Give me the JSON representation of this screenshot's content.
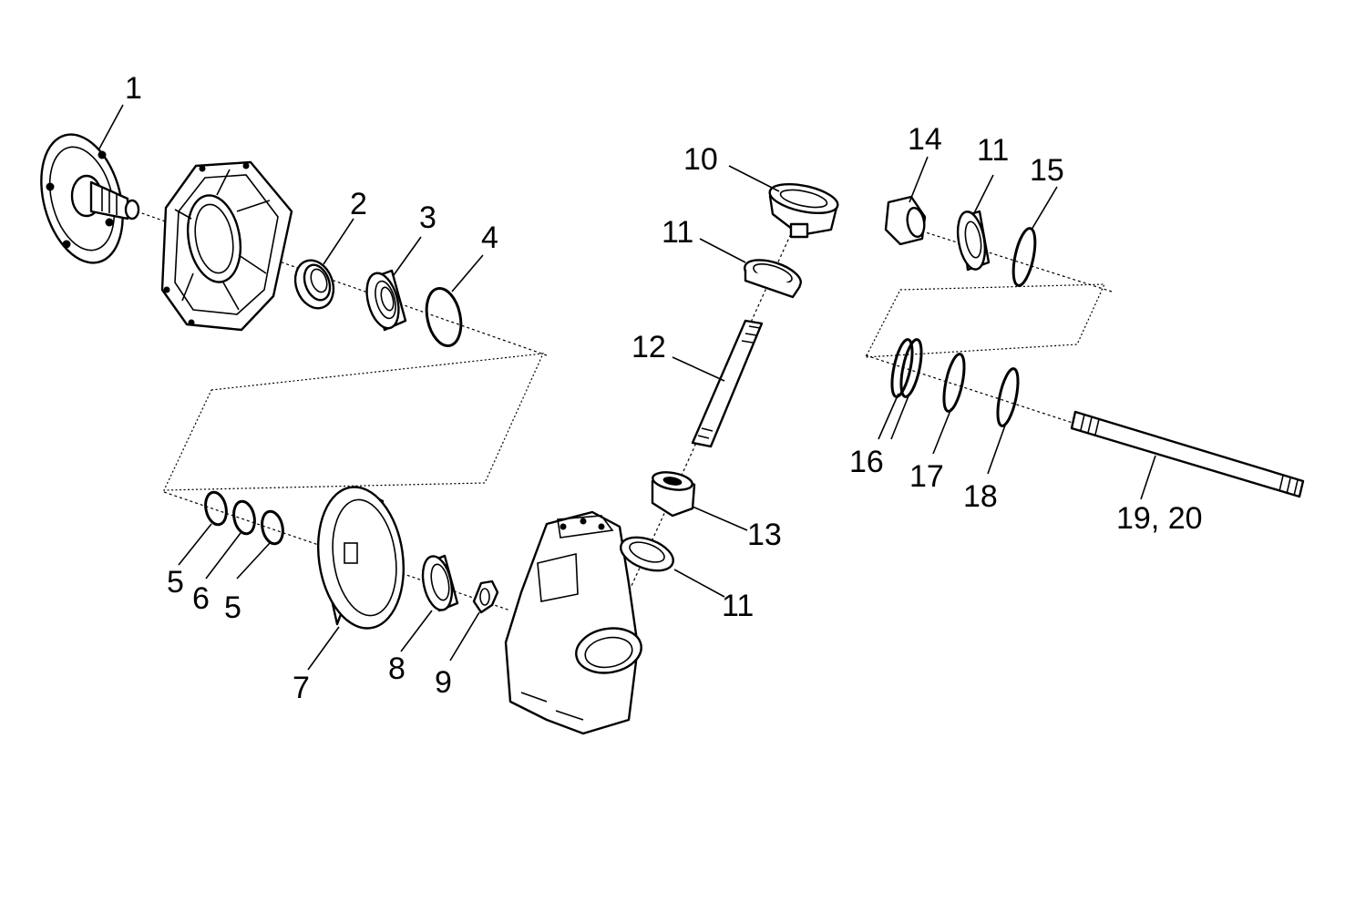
{
  "callouts": [
    {
      "id": "c1",
      "text": "1"
    },
    {
      "id": "c2",
      "text": "2"
    },
    {
      "id": "c3",
      "text": "3"
    },
    {
      "id": "c4",
      "text": "4"
    },
    {
      "id": "c5a",
      "text": "5"
    },
    {
      "id": "c6",
      "text": "6"
    },
    {
      "id": "c5b",
      "text": "5"
    },
    {
      "id": "c7",
      "text": "7"
    },
    {
      "id": "c8",
      "text": "8"
    },
    {
      "id": "c9",
      "text": "9"
    },
    {
      "id": "c10",
      "text": "10"
    },
    {
      "id": "c11a",
      "text": "11"
    },
    {
      "id": "c11b",
      "text": "11"
    },
    {
      "id": "c11c",
      "text": "11"
    },
    {
      "id": "c12",
      "text": "12"
    },
    {
      "id": "c13",
      "text": "13"
    },
    {
      "id": "c14",
      "text": "14"
    },
    {
      "id": "c15",
      "text": "15"
    },
    {
      "id": "c16",
      "text": "16"
    },
    {
      "id": "c17",
      "text": "17"
    },
    {
      "id": "c18",
      "text": "18"
    },
    {
      "id": "c19",
      "text": "19, 20"
    }
  ]
}
